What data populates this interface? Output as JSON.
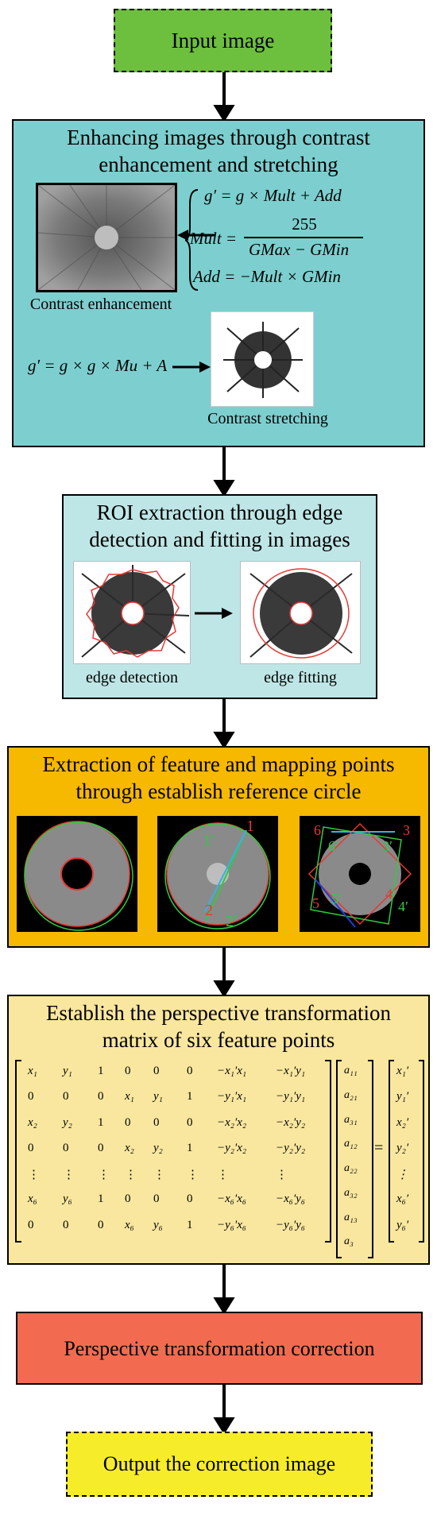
{
  "steps": {
    "input": {
      "label": "Input image",
      "color": "#6dbf3e"
    },
    "enhance": {
      "title_line1": "Enhancing images through contrast",
      "title_line2": "enhancement and stretching",
      "color": "#7dcfcf",
      "caption_enhancement": "Contrast enhancement",
      "caption_stretching": "Contrast stretching",
      "formula_1": "g′ = g × Mult + Add",
      "formula_mult_lhs": "Mult =",
      "formula_mult_num": "255",
      "formula_mult_den": "GMax − GMin",
      "formula_add": "Add = −Mult × GMin",
      "formula_stretch": "g′ = g × g × Mu + A"
    },
    "roi": {
      "title_line1": "ROI extraction through edge",
      "title_line2": "detection and fitting in images",
      "color": "#bfe6e6",
      "caption_detection": "edge detection",
      "caption_fitting": "edge fitting"
    },
    "feature": {
      "title_line1": "Extraction of feature and mapping points",
      "title_line2": "through establish reference circle",
      "color": "#f7b800",
      "labels": {
        "p1p": "1′",
        "p1": "1",
        "p2": "2",
        "p2p": "2′",
        "p3": "3",
        "p3p": "3′",
        "p4": "4",
        "p4p": "4′",
        "p5": "5",
        "p5p": "5′",
        "p6": "6",
        "p6p": "6′"
      }
    },
    "matrix": {
      "title_line1": "Establish the perspective transformation",
      "title_line2": "matrix of six feature points",
      "color": "#f9e79f"
    },
    "correction": {
      "label": "Perspective transformation correction",
      "color": "#f26b50"
    },
    "output": {
      "label": "Output the correction image",
      "color": "#f7ec2a"
    }
  },
  "matrix_content": {
    "rows": [
      [
        "x₁",
        "y₁",
        "1",
        "0",
        "0",
        "0",
        "−x₁′x₁",
        "−x₁′y₁"
      ],
      [
        "0",
        "0",
        "0",
        "x₁",
        "y₁",
        "1",
        "−y₁′x₁",
        "−y₁′y₁"
      ],
      [
        "x₂",
        "y₂",
        "1",
        "0",
        "0",
        "0",
        "−x₂′x₂",
        "−x₂′y₂"
      ],
      [
        "0",
        "0",
        "0",
        "x₂",
        "y₂",
        "1",
        "−y₂′x₂",
        "−y₂′y₂"
      ],
      [
        "⋮",
        "⋮",
        "⋮",
        "⋮",
        "⋮",
        "⋮",
        "⋮",
        "⋮"
      ],
      [
        "x₆",
        "y₆",
        "1",
        "0",
        "0",
        "0",
        "−x₆′x₆",
        "−x₆′y₆"
      ],
      [
        "0",
        "0",
        "0",
        "x₆",
        "y₆",
        "1",
        "−y₆′x₆",
        "−y₆′y₆"
      ]
    ],
    "coeffs": [
      "a₁₁",
      "a₂₁",
      "a₃₁",
      "a₁₂",
      "a₂₂",
      "a₃₂",
      "a₁₃",
      "a₃"
    ],
    "rhs": [
      "x₁′",
      "y₁′",
      "x₂′",
      "y₂′",
      "⋮",
      "x₆′",
      "y₆′"
    ],
    "equals": "="
  }
}
